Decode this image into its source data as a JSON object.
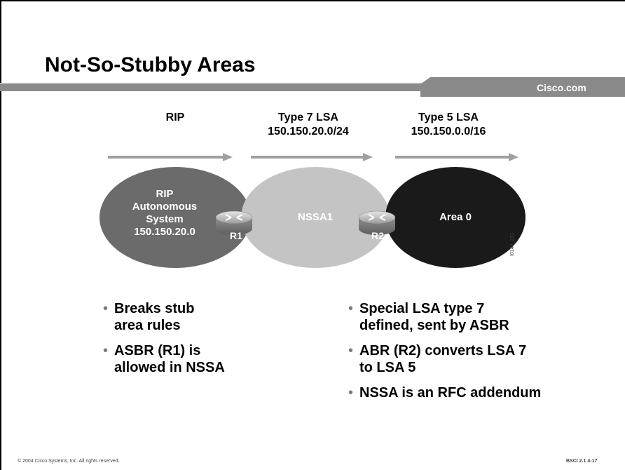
{
  "slide": {
    "title": "Not-So-Stubby Areas",
    "brand": "Cisco.com"
  },
  "diagram": {
    "flows": [
      {
        "label_line1": "RIP",
        "label_line2": ""
      },
      {
        "label_line1": "Type 7 LSA",
        "label_line2": "150.150.20.0/24"
      },
      {
        "label_line1": "Type 5 LSA",
        "label_line2": "150.150.0.0/16"
      }
    ],
    "networks": [
      {
        "lines": [
          "RIP",
          "Autonomous",
          "System",
          "150.150.20.0"
        ],
        "color": "#6b6b6b"
      },
      {
        "lines": [
          "NSSA1"
        ],
        "color": "#c4c4c4"
      },
      {
        "lines": [
          "Area 0"
        ],
        "color": "#1a1a1a"
      }
    ],
    "routers": [
      "R1",
      "R2"
    ],
    "figure_code": "I0140_231"
  },
  "bullets": {
    "left": [
      {
        "lines": [
          "Breaks stub",
          "area rules"
        ]
      },
      {
        "lines": [
          "ASBR (R1) is",
          "allowed in NSSA"
        ]
      }
    ],
    "right": [
      {
        "lines": [
          "Special LSA type 7",
          "defined, sent by ASBR"
        ]
      },
      {
        "lines": [
          "ABR (R2) converts LSA 7",
          "to LSA 5"
        ]
      },
      {
        "lines": [
          "NSSA is an RFC addendum"
        ]
      }
    ]
  },
  "footer": {
    "copyright": "© 2004 Cisco Systems, Inc. All rights reserved.",
    "course": "BSCI 2.1    4-17"
  }
}
